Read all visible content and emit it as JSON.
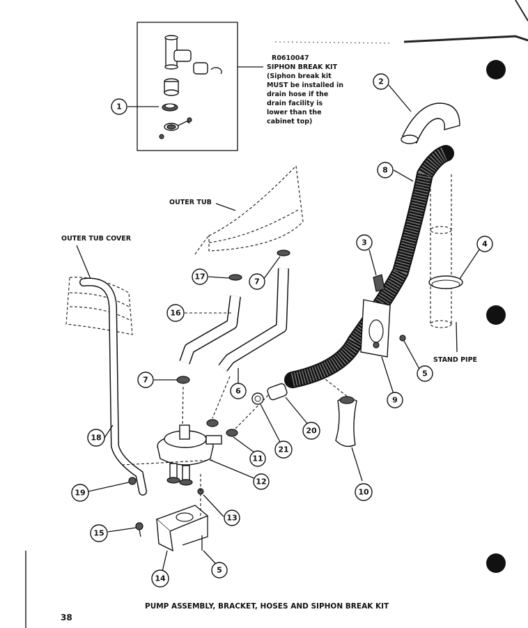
{
  "kit": {
    "part_number": "R0610047",
    "title": "SIPHON BREAK KIT",
    "note_lines": [
      "(Siphon break kit",
      "MUST be installed in",
      "drain hose if the",
      "drain facility is",
      "lower than the",
      "cabinet top)"
    ]
  },
  "labels": {
    "outer_tub": "OUTER TUB",
    "outer_tub_cover": "OUTER TUB COVER",
    "stand_pipe": "STAND PIPE"
  },
  "callouts": {
    "c1": "1",
    "c2": "2",
    "c3": "3",
    "c4": "4",
    "c5a": "5",
    "c5b": "5",
    "c6": "6",
    "c7a": "7",
    "c7b": "7",
    "c8": "8",
    "c9": "9",
    "c10": "10",
    "c11": "11",
    "c12": "12",
    "c13": "13",
    "c14": "14",
    "c15": "15",
    "c16": "16",
    "c17": "17",
    "c18": "18",
    "c19": "19",
    "c20": "20",
    "c21": "21"
  },
  "caption": "PUMP ASSEMBLY, BRACKET, HOSES AND SIPHON BREAK KIT",
  "page_number": "38"
}
